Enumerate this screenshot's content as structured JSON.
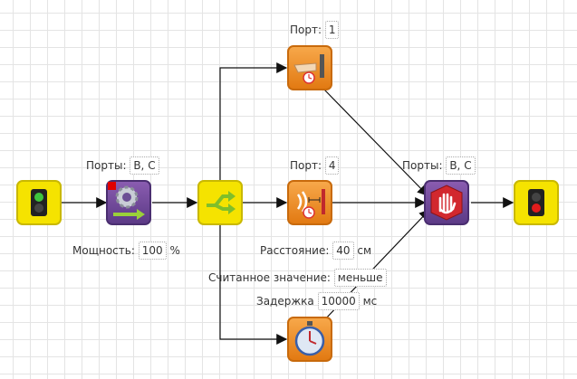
{
  "motor": {
    "ports_label": "Порты:",
    "ports_value": "B, C",
    "power_label": "Мощность:",
    "power_value": "100",
    "power_unit": "%"
  },
  "touch": {
    "port_label": "Порт:",
    "port_value": "1"
  },
  "ultra": {
    "port_label": "Порт:",
    "port_value": "4",
    "distance_label": "Расстояние:",
    "distance_value": "40",
    "distance_unit": "см",
    "read_label": "Считанное значение:",
    "read_value": "меньше"
  },
  "timer": {
    "delay_label": "Задержка",
    "delay_value": "10000",
    "delay_unit": "мс"
  },
  "stop": {
    "ports_label": "Порты:",
    "ports_value": "B, C"
  },
  "colors": {
    "yellow_block": "#f5e300",
    "orange_block": "#e8891a",
    "purple_block": "#6a4496",
    "wire": "#111111"
  }
}
